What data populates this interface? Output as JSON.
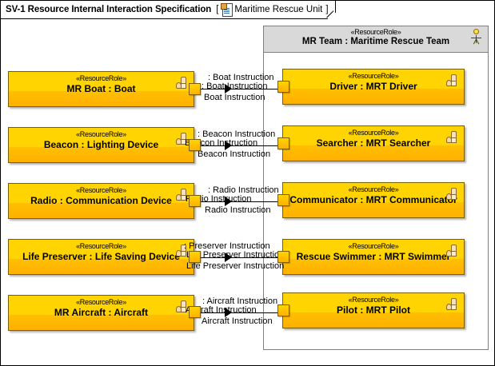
{
  "titlebar": {
    "title": "SV-1 Resource Internal Interaction Specification",
    "bracket_open": "[",
    "bracket_close": "]",
    "subject": "Maritime Rescue Unit",
    "icon": "block-definition-icon"
  },
  "container": {
    "stereotype": "«ResourceRole»",
    "name": "MR Team : Maritime Rescue Team",
    "actor_icon": "actor-icon"
  },
  "stereotype": "«ResourceRole»",
  "left_parts": [
    {
      "stereotype": "«ResourceRole»",
      "name": "MR Boat : Boat"
    },
    {
      "stereotype": "«ResourceRole»",
      "name": "Beacon : Lighting Device"
    },
    {
      "stereotype": "«ResourceRole»",
      "name": "Radio : Communication Device"
    },
    {
      "stereotype": "«ResourceRole»",
      "name": "Life Preserver : Life Saving Device"
    },
    {
      "stereotype": "«ResourceRole»",
      "name": "MR Aircraft : Aircraft"
    }
  ],
  "right_parts": [
    {
      "stereotype": "«ResourceRole»",
      "name": "Driver : MRT Driver"
    },
    {
      "stereotype": "«ResourceRole»",
      "name": "Searcher : MRT Searcher"
    },
    {
      "stereotype": "«ResourceRole»",
      "name": "Communicator : MRT Communicator"
    },
    {
      "stereotype": "«ResourceRole»",
      "name": "Rescue Swimmer : MRT Swimmer"
    },
    {
      "stereotype": "«ResourceRole»",
      "name": "Pilot : MRT Pilot"
    }
  ],
  "connectors": [
    {
      "top_label": ": Boat Instruction",
      "mid_label": ": Boat Instruction",
      "bottom_label": "Boat Instruction"
    },
    {
      "top_label": ": Beacon Instruction",
      "mid_label": "Beacon Instruction",
      "bottom_label": "Beacon Instruction"
    },
    {
      "top_label": ": Radio Instruction",
      "mid_label": "Radio Instruction",
      "bottom_label": "Radio Instruction"
    },
    {
      "top_label": ": Preserver Instruction",
      "mid_label": "Life Preserver Instruction",
      "bottom_label": "Life Preserver Instruction"
    },
    {
      "top_label": ": Aircraft Instruction",
      "mid_label": "Aircraft Instruction",
      "bottom_label": "Aircraft Instruction"
    }
  ],
  "colors": {
    "part_fill": "#ffd400",
    "part_border": "#7a5f00",
    "container_header": "#d9d9d9",
    "container_border": "#808080",
    "canvas": "#ffffff"
  }
}
